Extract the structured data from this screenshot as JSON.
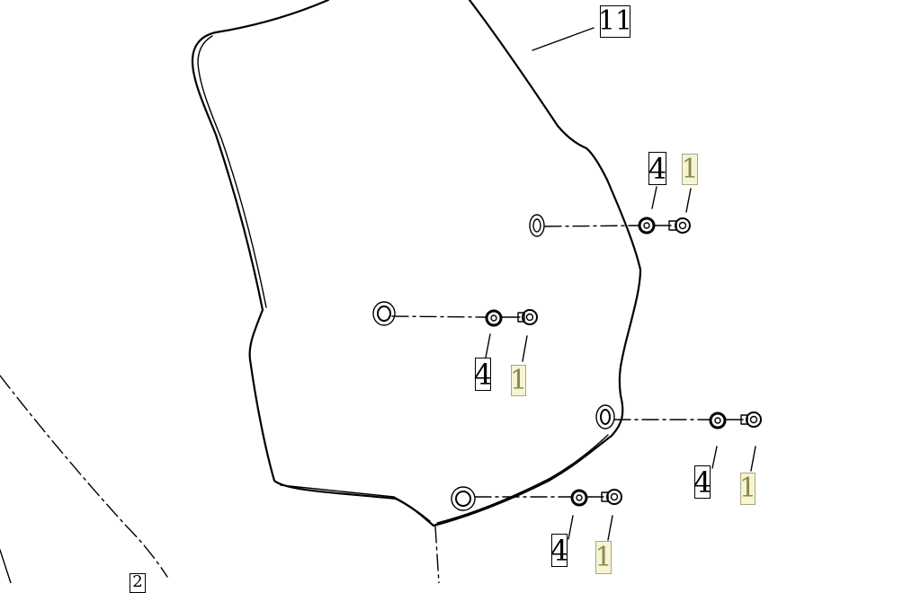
{
  "callouts": {
    "panel": "11",
    "washer": "4",
    "screw": "1",
    "corner_partial": "2"
  },
  "colors": {
    "line": "#000000",
    "callout_yellow_bg": "#f6f4d2",
    "callout_yellow_border": "#a8a87a",
    "callout_yellow_text": "#8a8a4e"
  },
  "icons": [
    "grommet",
    "washer",
    "screw"
  ]
}
